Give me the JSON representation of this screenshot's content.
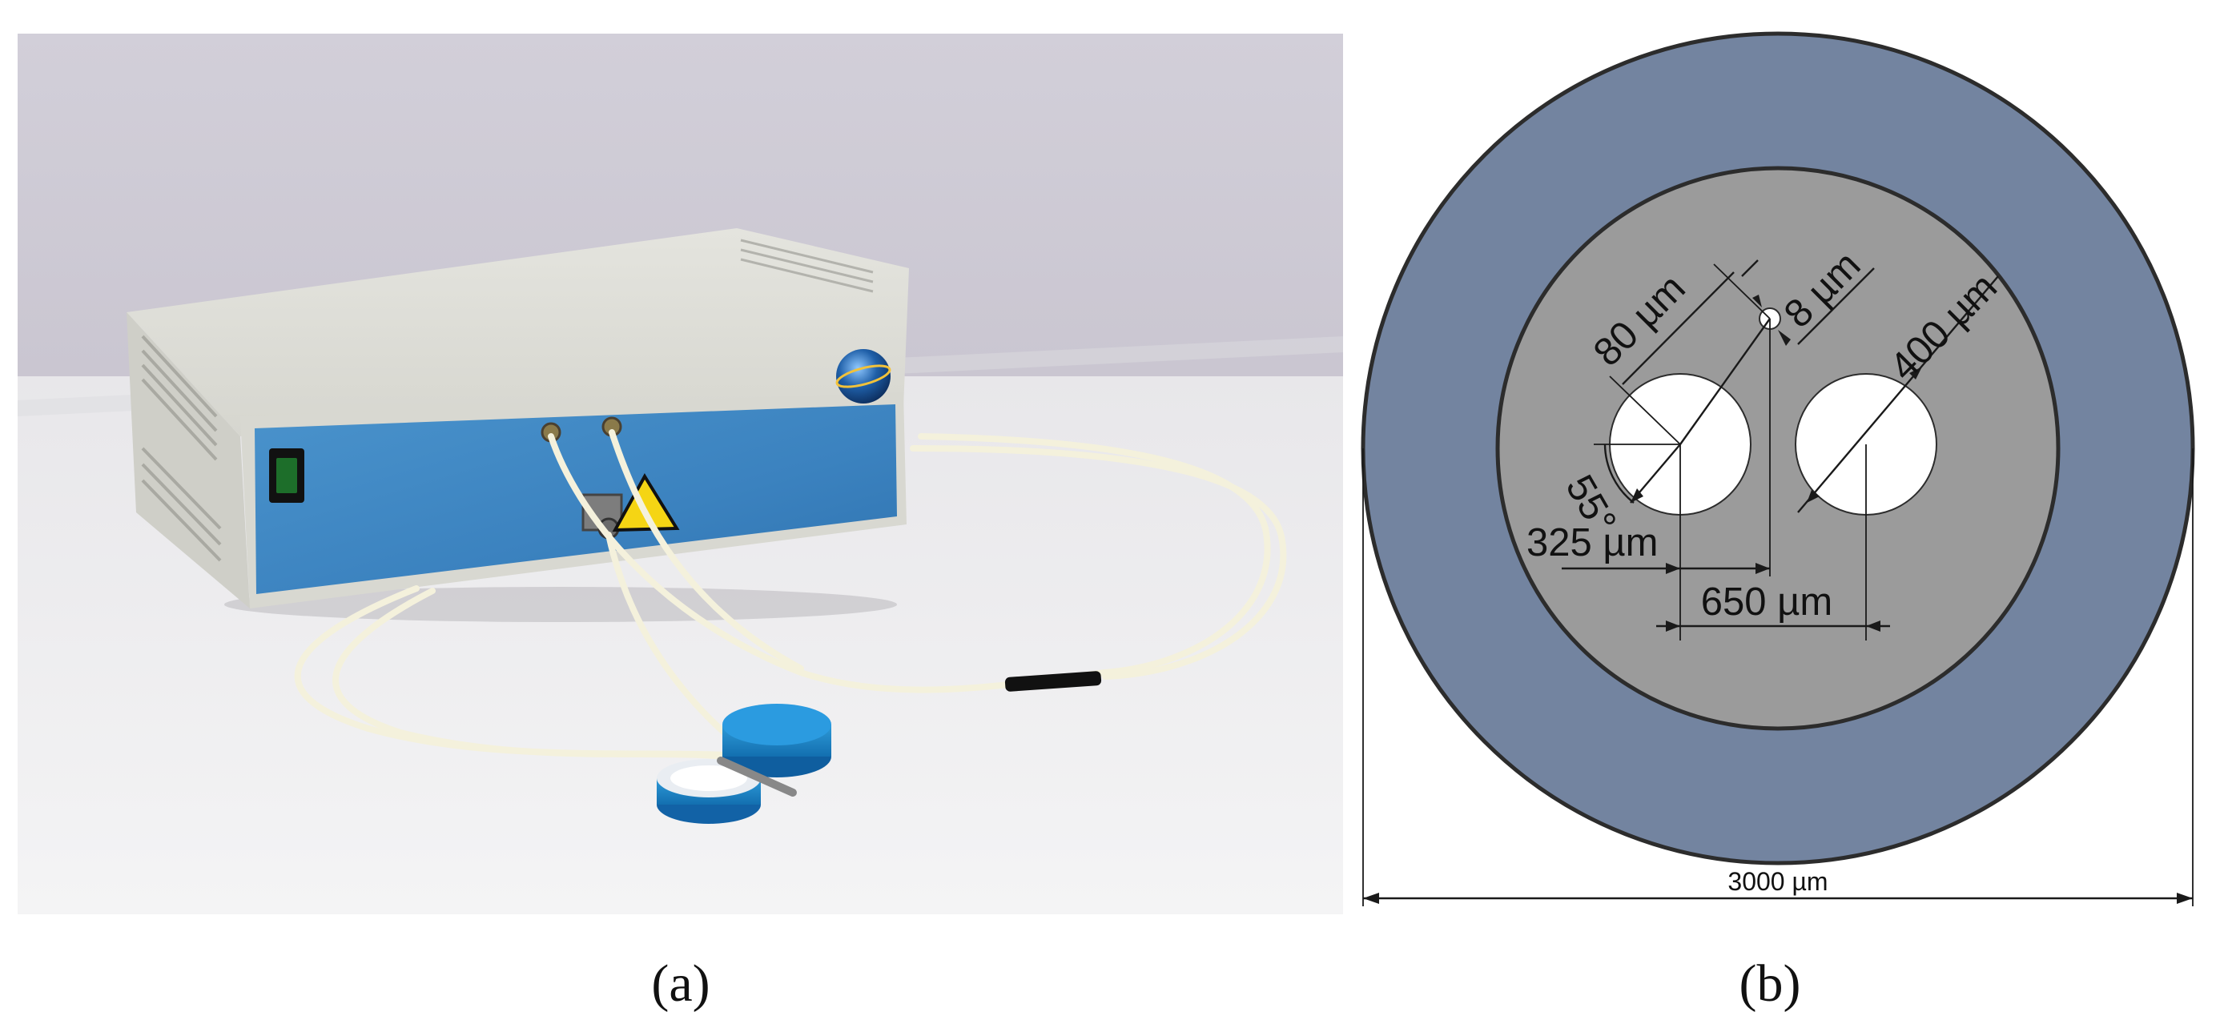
{
  "panel_a": {
    "caption": "(a)",
    "colors": {
      "wall": "#cfcbd6",
      "table": "#eeedee",
      "device_body": "#dcdcd4",
      "front_panel": "#3f86c1",
      "probe": "#1e88c8"
    }
  },
  "panel_b": {
    "caption": "(b)",
    "labels": {
      "small_hole_offset": "80 µm",
      "small_hole_diameter": "8 µm",
      "large_hole_diameter": "400 µm",
      "angle": "55°",
      "half_spacing": "325 µm",
      "spacing": "650 µm",
      "outer_diameter": "3000 µm"
    },
    "colors": {
      "outer_ring": "#7384a0",
      "inner_core": "#9b9b9b",
      "holes": "#ffffff",
      "outline": "#2c2c2c"
    }
  }
}
